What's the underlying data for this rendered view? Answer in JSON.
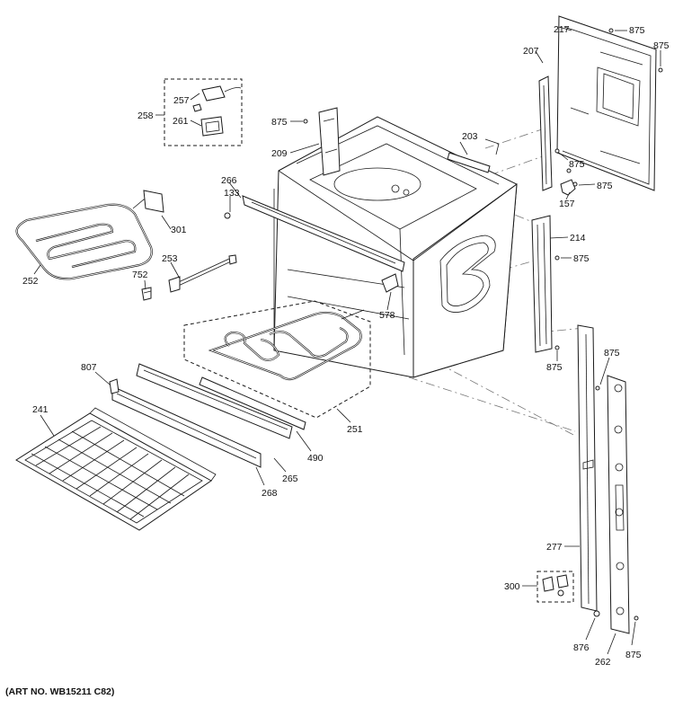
{
  "diagram": {
    "art_number": "(ART NO. WB15211 C82)",
    "callouts": {
      "c217": "217",
      "c875a": "875",
      "c875b": "875",
      "c207": "207",
      "c257": "257",
      "c258": "258",
      "c261": "261",
      "c875c": "875",
      "c209": "209",
      "c203": "203",
      "c875d": "875",
      "c875e": "875",
      "c157": "157",
      "c133": "133",
      "c266": "266",
      "c301": "301",
      "c214": "214",
      "c875f": "875",
      "c253": "253",
      "c752": "752",
      "c252": "252",
      "c578": "578",
      "c875g": "875",
      "c875h": "875",
      "c807": "807",
      "c241": "241",
      "c251": "251",
      "c490": "490",
      "c265": "265",
      "c268": "268",
      "c277": "277",
      "c300": "300",
      "c876": "876",
      "c262": "262",
      "c875i": "875"
    }
  }
}
